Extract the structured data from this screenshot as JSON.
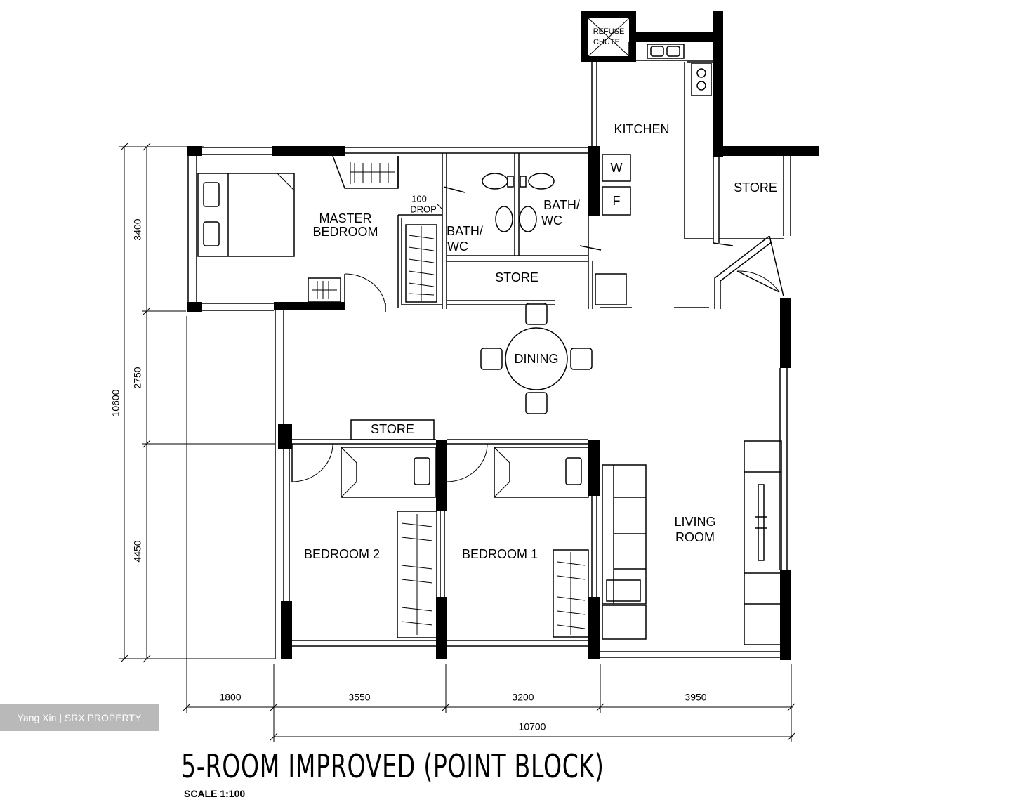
{
  "plan": {
    "title": "5-ROOM IMPROVED (POINT BLOCK)",
    "scale": "SCALE   1:100",
    "rooms": {
      "master_bedroom_line1": "MASTER",
      "master_bedroom_line2": "BEDROOM",
      "kitchen": "KITCHEN",
      "store_kitchen": "STORE",
      "store_central": "STORE",
      "store_bedroom": "STORE",
      "bath1_line1": "BATH/",
      "bath1_line2": "WC",
      "bath2_line1": "BATH/",
      "bath2_line2": "WC",
      "dining": "DINING",
      "bedroom2": "BEDROOM 2",
      "bedroom1": "BEDROOM 1",
      "living_line1": "LIVING",
      "living_line2": "ROOM"
    },
    "fixtures": {
      "refuse_line1": "REFUSE",
      "refuse_line2": "CHUTE",
      "washer": "W",
      "fridge": "F",
      "drop_line1": "100",
      "drop_line2": "DROP"
    },
    "dimensions": {
      "left_total": "10600",
      "left_top": "3400",
      "left_mid": "2750",
      "left_bottom": "4450",
      "bottom_1": "1800",
      "bottom_2": "3550",
      "bottom_3": "3200",
      "bottom_4": "3950",
      "bottom_total": "10700"
    }
  },
  "watermark": "Yang Xin | SRX PROPERTY"
}
